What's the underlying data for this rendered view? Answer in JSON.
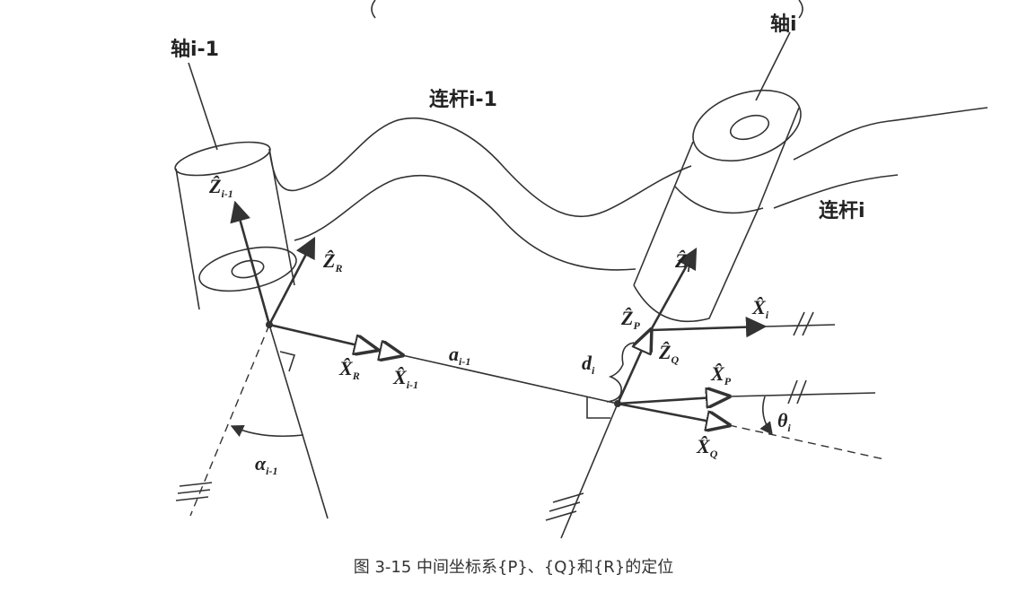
{
  "labels": {
    "axis_prev": "轴i-1",
    "axis_curr": "轴i",
    "link_prev": "连杆i-1",
    "link_curr": "连杆i",
    "z_prev": "Ẑ",
    "z_prev_sub": "i-1",
    "z_r": "Ẑ",
    "z_r_sub": "R",
    "z_i": "Ẑ",
    "z_i_sub": "i",
    "z_p": "Ẑ",
    "z_p_sub": "P",
    "z_q": "Ẑ",
    "z_q_sub": "Q",
    "x_r": "X̂",
    "x_r_sub": "R",
    "x_prev": "X̂",
    "x_prev_sub": "i-1",
    "x_i": "X̂",
    "x_i_sub": "i",
    "x_p": "X̂",
    "x_p_sub": "P",
    "x_q": "X̂",
    "x_q_sub": "Q",
    "a_prev": "a",
    "a_prev_sub": "i-1",
    "alpha_prev": "α",
    "alpha_prev_sub": "i-1",
    "d_i": "d",
    "d_i_sub": "i",
    "theta_i": "θ",
    "theta_i_sub": "i"
  },
  "caption": "图 3-15   中间坐标系{P}、{Q}和{R}的定位"
}
